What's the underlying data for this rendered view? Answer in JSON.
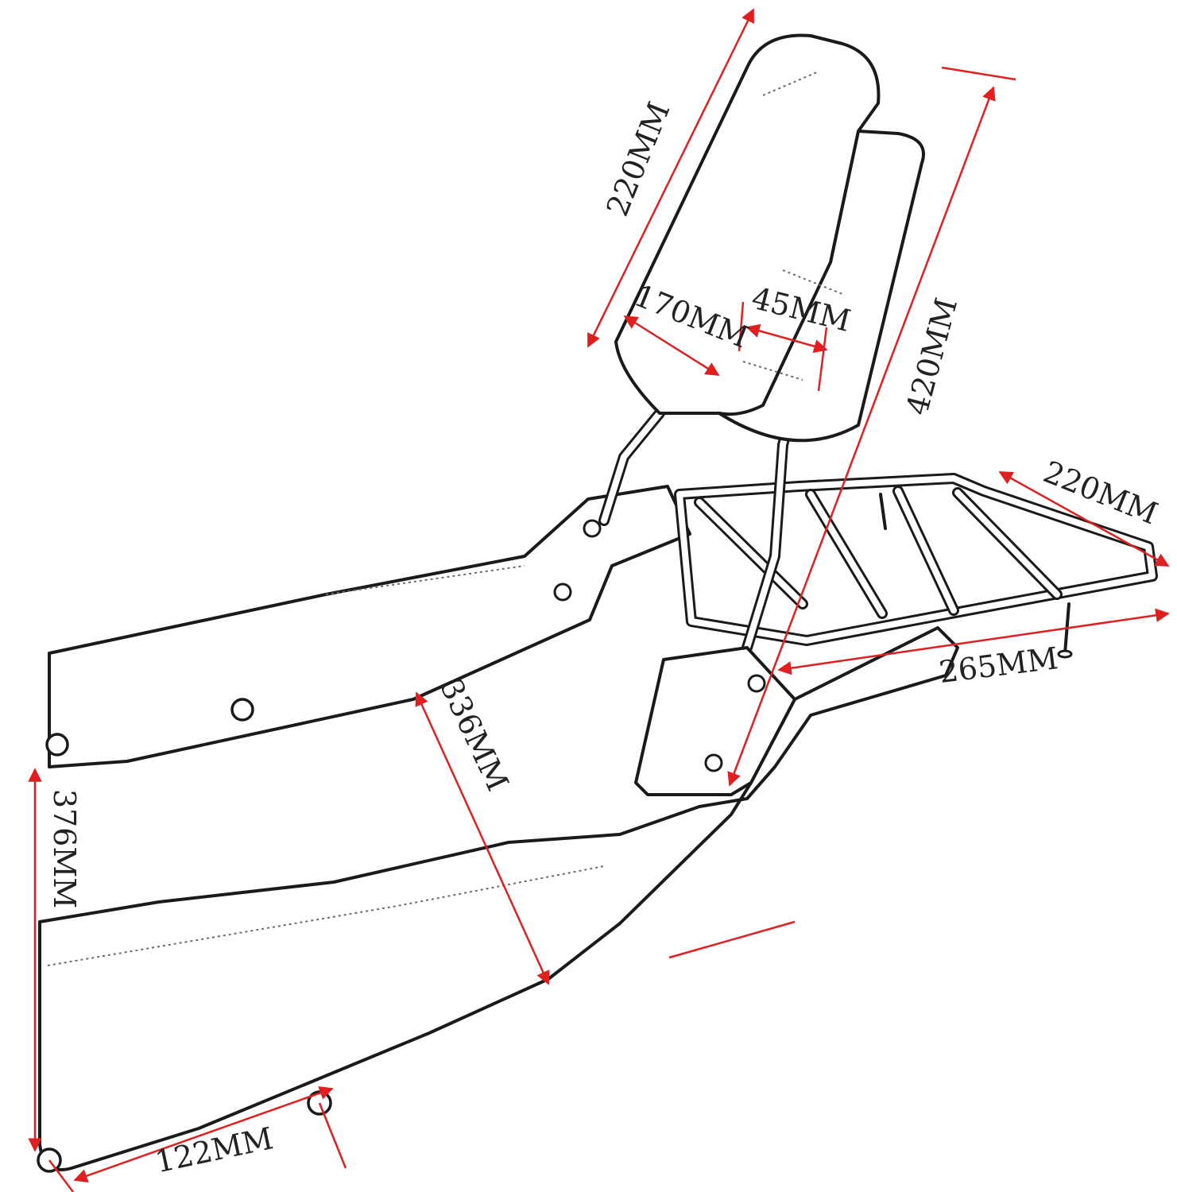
{
  "colors": {
    "dimension": "#e02020",
    "outline": "#1a1a1a",
    "label": "#222222",
    "background": "#ffffff"
  },
  "dimensions": {
    "backrest_height": "220MM",
    "backrest_width": "170MM",
    "backrest_thickness": "45MM",
    "overall_height": "420MM",
    "rack_width": "220MM",
    "rack_length": "265MM",
    "bracket_length": "336MM",
    "bracket_height": "376MM",
    "hole_spacing": "122MM"
  }
}
